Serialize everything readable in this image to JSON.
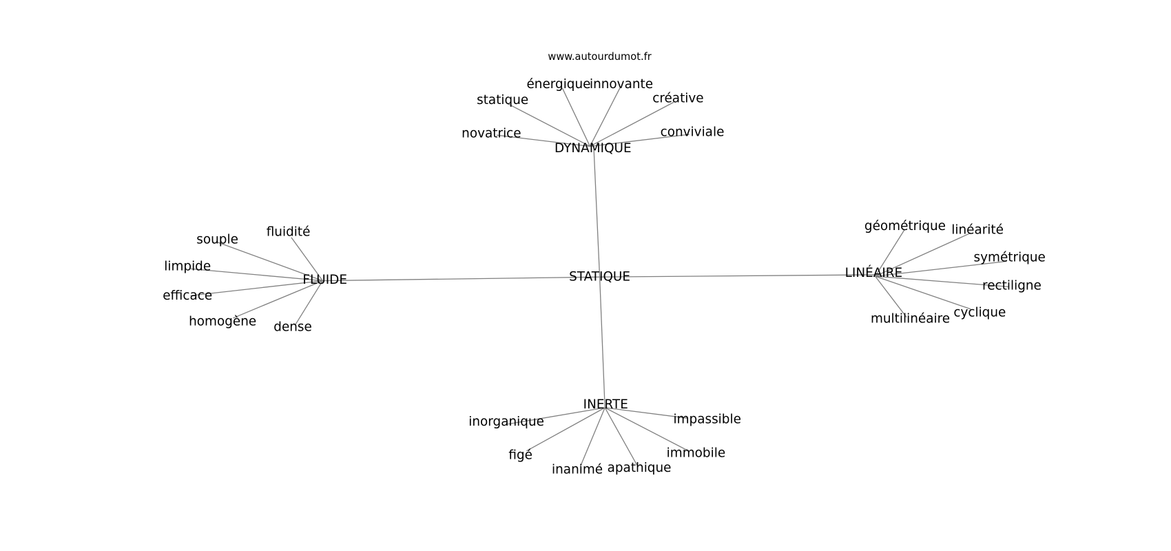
{
  "title": "www.autourdumot.fr",
  "center": "STATIQUE",
  "groups": {
    "dynamique": {
      "label": "DYNAMIQUE",
      "words": [
        "novatrice",
        "statique",
        "énergique",
        "innovante",
        "créative",
        "conviviale"
      ]
    },
    "fluide": {
      "label": "FLUIDE",
      "words": [
        "souple",
        "fluidité",
        "limpide",
        "efficace",
        "homogène",
        "dense"
      ]
    },
    "lineaire": {
      "label": "LINÉAIRE",
      "words": [
        "géométrique",
        "linéarité",
        "symétrique",
        "rectiligne",
        "cyclique",
        "multilinéaire"
      ]
    },
    "inerte": {
      "label": "INERTE",
      "words": [
        "inorganique",
        "figé",
        "inanimé",
        "apathique",
        "immobile",
        "impassible"
      ]
    }
  },
  "edge_color": "#808080"
}
